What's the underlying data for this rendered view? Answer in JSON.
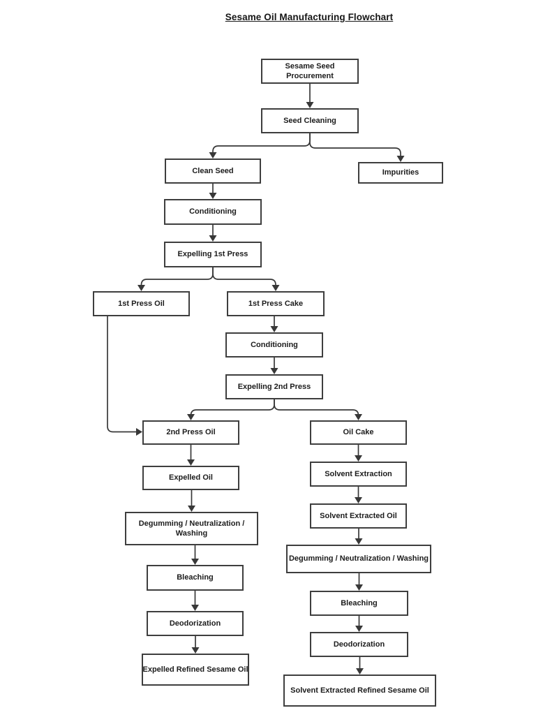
{
  "title": "Sesame Oil Manufacturing Flowchart",
  "diagram": {
    "type": "flowchart",
    "nodes": [
      {
        "id": "seed_procurement",
        "label": "Sesame Seed Procurement"
      },
      {
        "id": "seed_cleaning",
        "label": "Seed Cleaning"
      },
      {
        "id": "clean_seed",
        "label": "Clean Seed"
      },
      {
        "id": "impurities",
        "label": "Impurities"
      },
      {
        "id": "conditioning_1",
        "label": "Conditioning"
      },
      {
        "id": "expelling_1st_press",
        "label": "Expelling 1st Press"
      },
      {
        "id": "first_press_oil",
        "label": "1st Press Oil"
      },
      {
        "id": "first_press_cake",
        "label": "1st Press Cake"
      },
      {
        "id": "conditioning_2",
        "label": "Conditioning"
      },
      {
        "id": "expelling_2nd_press",
        "label": "Expelling 2nd Press"
      },
      {
        "id": "second_press_oil",
        "label": "2nd Press Oil"
      },
      {
        "id": "oil_cake",
        "label": "Oil Cake"
      },
      {
        "id": "expelled_oil",
        "label": "Expelled Oil"
      },
      {
        "id": "solvent_extraction",
        "label": "Solvent Extraction"
      },
      {
        "id": "solvent_extracted_oil",
        "label": "Solvent Extracted Oil"
      },
      {
        "id": "degumming_left",
        "label": "Degumming / Neutralization / Washing"
      },
      {
        "id": "degumming_right",
        "label": "Degumming / Neutralization / Washing"
      },
      {
        "id": "bleaching_left",
        "label": "Bleaching"
      },
      {
        "id": "bleaching_right",
        "label": "Bleaching"
      },
      {
        "id": "deodorization_left",
        "label": "Deodorization"
      },
      {
        "id": "deodorization_right",
        "label": "Deodorization"
      },
      {
        "id": "expelled_refined_oil",
        "label": "Expelled Refined Sesame Oil"
      },
      {
        "id": "solvent_extracted_refined_oil",
        "label": "Solvent Extracted Refined Sesame Oil"
      }
    ],
    "edges": [
      {
        "from": "seed_procurement",
        "to": "seed_cleaning"
      },
      {
        "from": "seed_cleaning",
        "to": "clean_seed"
      },
      {
        "from": "seed_cleaning",
        "to": "impurities"
      },
      {
        "from": "clean_seed",
        "to": "conditioning_1"
      },
      {
        "from": "conditioning_1",
        "to": "expelling_1st_press"
      },
      {
        "from": "expelling_1st_press",
        "to": "first_press_oil"
      },
      {
        "from": "expelling_1st_press",
        "to": "first_press_cake"
      },
      {
        "from": "first_press_cake",
        "to": "conditioning_2"
      },
      {
        "from": "conditioning_2",
        "to": "expelling_2nd_press"
      },
      {
        "from": "expelling_2nd_press",
        "to": "second_press_oil"
      },
      {
        "from": "expelling_2nd_press",
        "to": "oil_cake"
      },
      {
        "from": "first_press_oil",
        "to": "second_press_oil"
      },
      {
        "from": "second_press_oil",
        "to": "expelled_oil"
      },
      {
        "from": "expelled_oil",
        "to": "degumming_left"
      },
      {
        "from": "degumming_left",
        "to": "bleaching_left"
      },
      {
        "from": "bleaching_left",
        "to": "deodorization_left"
      },
      {
        "from": "deodorization_left",
        "to": "expelled_refined_oil"
      },
      {
        "from": "oil_cake",
        "to": "solvent_extraction"
      },
      {
        "from": "solvent_extraction",
        "to": "solvent_extracted_oil"
      },
      {
        "from": "solvent_extracted_oil",
        "to": "degumming_right"
      },
      {
        "from": "degumming_right",
        "to": "bleaching_right"
      },
      {
        "from": "bleaching_right",
        "to": "deodorization_right"
      },
      {
        "from": "deodorization_right",
        "to": "solvent_extracted_refined_oil"
      }
    ],
    "colors": {
      "background": "#ffffff",
      "box_border": "#3e3e3e",
      "connector": "#383838",
      "text": "#1c1c1c"
    }
  }
}
